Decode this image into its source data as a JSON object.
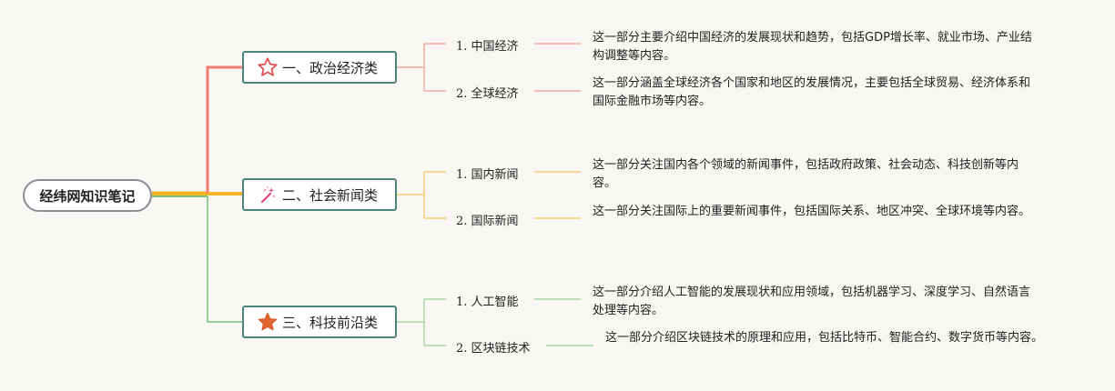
{
  "root": {
    "label": "经纬网知识笔记"
  },
  "categories": [
    {
      "label": "一、政治经济类",
      "icon": "star-outline-icon",
      "color": "#f07b6c",
      "items": [
        {
          "label": "1. 中国经济",
          "desc": "这一部分主要介绍中国经济的发展现状和趋势，包括GDP增长率、就业市场、产业结构调整等内容。"
        },
        {
          "label": "2. 全球经济",
          "desc": "这一部分涵盖全球经济各个国家和地区的发展情况，主要包括全球贸易、经济体系和国际金融市场等内容。"
        }
      ]
    },
    {
      "label": "二、社会新闻类",
      "icon": "sparkle-wand-icon",
      "color": "#f6b426",
      "items": [
        {
          "label": "1. 国内新闻",
          "desc": "这一部分关注国内各个领域的新闻事件，包括政府政策、社会动态、科技创新等内容。"
        },
        {
          "label": "2. 国际新闻",
          "desc": "这一部分关注国际上的重要新闻事件，包括国际关系、地区冲突、全球环境等内容。"
        }
      ]
    },
    {
      "label": "三、科技前沿类",
      "icon": "star-filled-icon",
      "color": "#7dc27a",
      "items": [
        {
          "label": "1. 人工智能",
          "desc": "这一部分介绍人工智能的发展现状和应用领域，包括机器学习、深度学习、自然语言处理等内容。"
        },
        {
          "label": "2. 区块链技术",
          "desc": "这一部分介绍区块链技术的原理和应用，包括比特币、智能合约、数字货币等内容。"
        }
      ]
    }
  ]
}
